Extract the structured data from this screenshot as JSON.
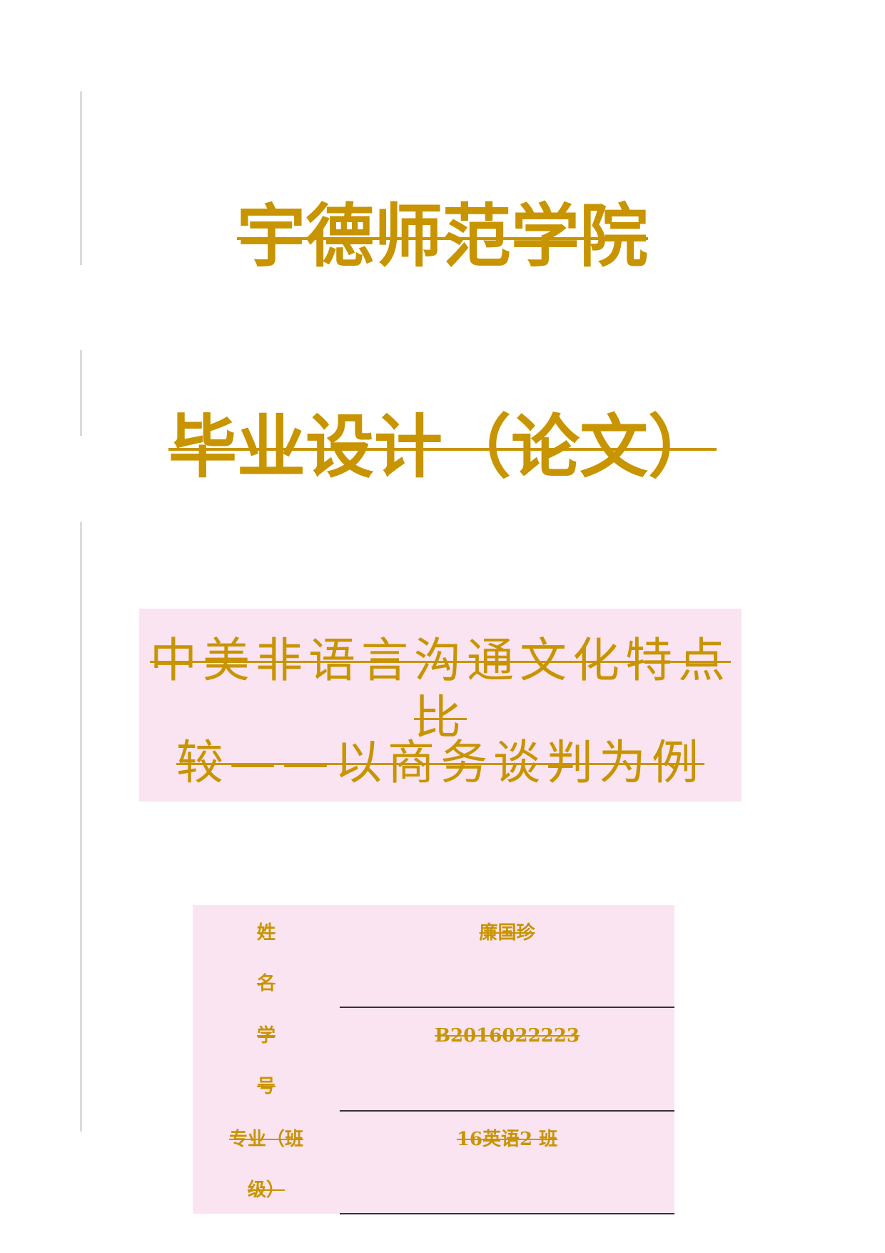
{
  "document": {
    "school_name": "宇德师范学院",
    "doc_type": "毕业设计（论文）",
    "thesis_title": {
      "line1": "中美非语言沟通文化特点比",
      "line2": "较——以商务谈判为例"
    },
    "info": [
      {
        "label_lines": [
          "姓",
          "名"
        ],
        "value": "廉国珍"
      },
      {
        "label_lines": [
          "学",
          "号"
        ],
        "value": "B2016022223"
      },
      {
        "label_lines": [
          "专业（班",
          "级）"
        ],
        "value": "16英语2 班"
      }
    ],
    "colors": {
      "text_gold": "#c89400",
      "highlight_pink": "#fbe4f2",
      "rule_dark": "#333333",
      "margin_line": "#7a7a7a"
    }
  }
}
